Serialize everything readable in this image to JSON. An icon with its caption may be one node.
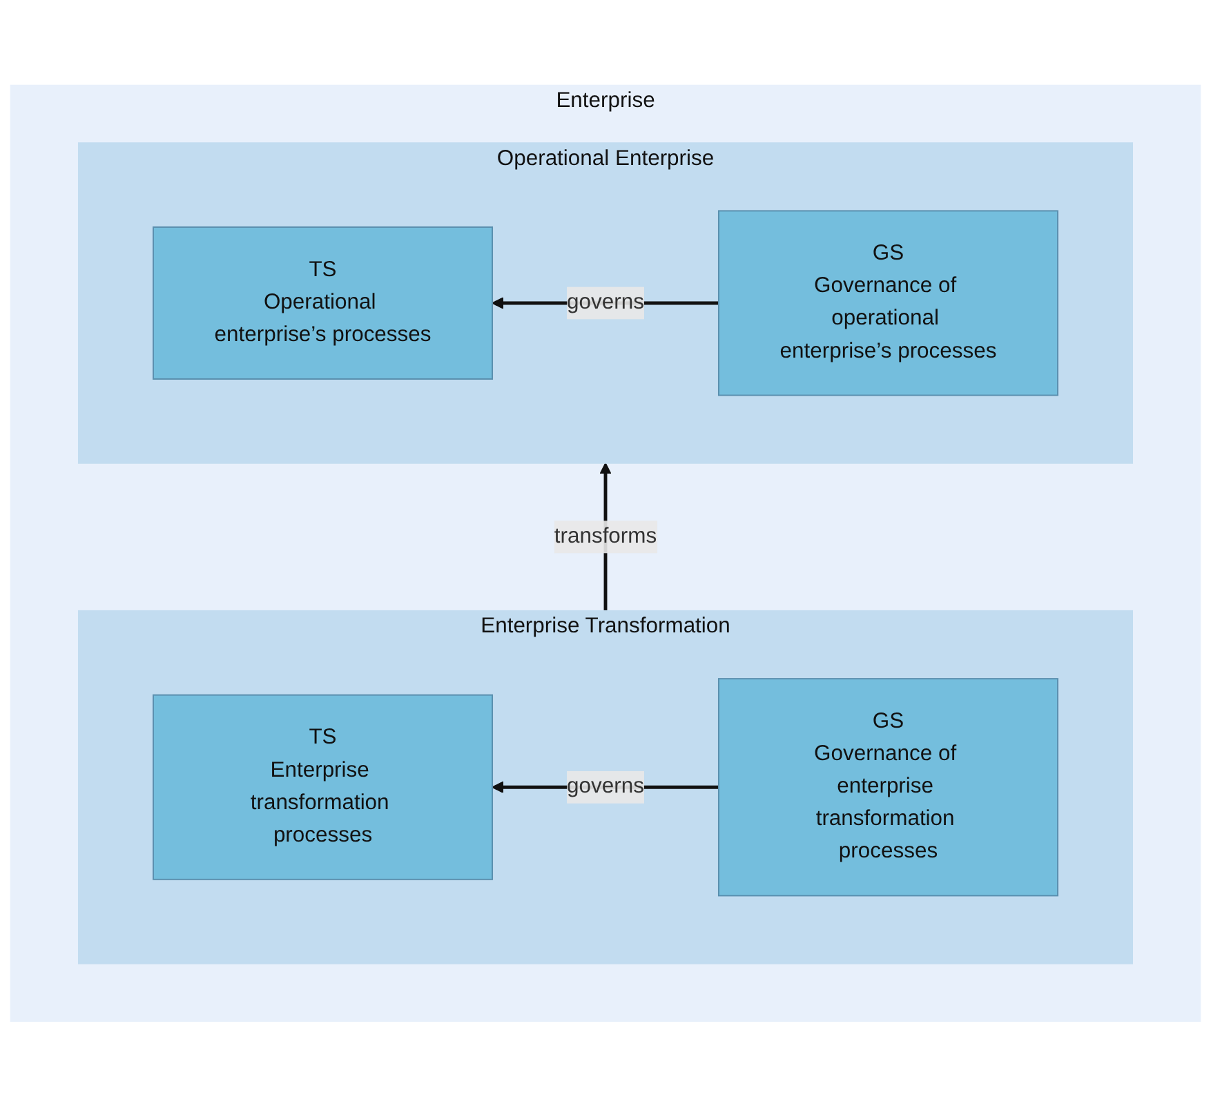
{
  "diagram": {
    "nodes": [
      {
        "text": [
          "Enterprise"
        ]
      },
      {
        "text": [
          "Operational Enterprise"
        ],
        "in": 0
      },
      {
        "text": [
          "TS",
          "Operational enterprise’s processes"
        ],
        "in": 1
      },
      {
        "text": [
          "GS",
          "Governance of operational enterprise’s processes"
        ],
        "in": 1
      },
      {
        "text": [
          "Enterprise Transformation"
        ],
        "in": 0
      },
      {
        "text": [
          "TS",
          "Enterprise transformation processes"
        ],
        "in": 4
      },
      {
        "text": [
          "GS",
          "Governance of enterprise transformation processes"
        ],
        "in": 4
      }
    ],
    "edges": [
      {
        "from": 3,
        "to": 2,
        "arrow": "to",
        "label": "governs"
      },
      {
        "from": 4,
        "to": 1,
        "arrow": "to",
        "label": "transforms"
      },
      {
        "from": 6,
        "to": 5,
        "arrow": "to",
        "label": "governs"
      }
    ]
  }
}
